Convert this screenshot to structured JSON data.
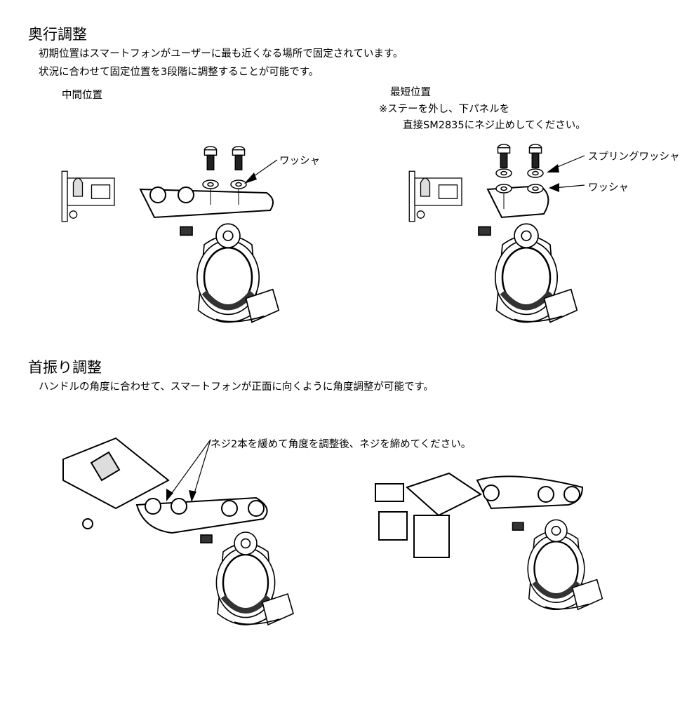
{
  "section1": {
    "title": "奥行調整",
    "lines": [
      "初期位置はスマートフォンがユーザーに最も近くなる場所で固定されています。",
      "状況に合わせて固定位置を3段階に調整することが可能です。"
    ],
    "left": {
      "caption": "中間位置",
      "washer_label": "ワッシャ"
    },
    "right": {
      "caption": "最短位置",
      "note_line1": "※ステーを外し、下パネルを",
      "note_line2": "直接SM2835にネジ止めしてください。",
      "spring_washer_label": "スプリングワッシャ",
      "washer_label": "ワッシャ"
    }
  },
  "section2": {
    "title": "首振り調整",
    "line": "ハンドルの角度に合わせて、スマートフォンが正面に向くように角度調整が可能です。",
    "callout": "ネジ2本を緩めて角度を調整後、ネジを締めてください。"
  }
}
